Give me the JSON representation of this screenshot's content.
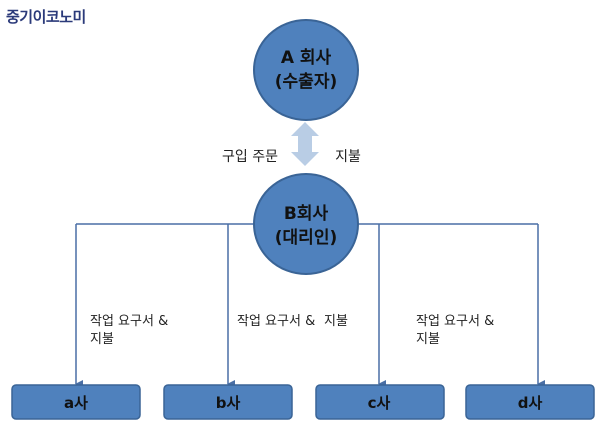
{
  "brand": "중기이코노미",
  "nodes": {
    "top": {
      "line1": "A 회사",
      "line2": "(수출자)"
    },
    "middle": {
      "line1": "B회사",
      "line2": "(대리인)"
    },
    "boxes": [
      "a사",
      "b사",
      "c사",
      "d사"
    ]
  },
  "edges": {
    "left_label": "구입 주문",
    "right_label": "지불",
    "branch_line1": "작업 요구서 &",
    "branch_line2": "지불"
  },
  "colors": {
    "node_fill": "#4f81bd",
    "node_stroke": "#3a6496",
    "connector": "#4a6fa5",
    "double_arrow": "#b9cde5",
    "brand": "#2b3a7a"
  }
}
